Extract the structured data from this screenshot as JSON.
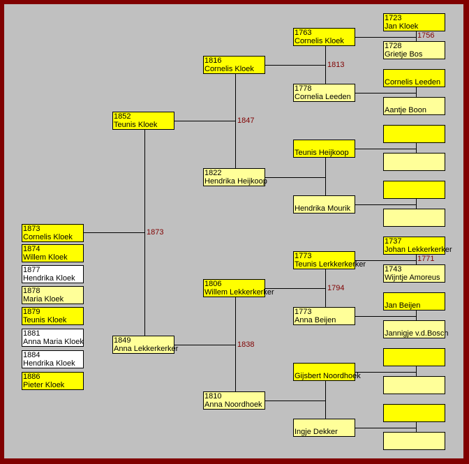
{
  "colors": {
    "frame": "#800000",
    "background": "#c0c0c0",
    "male": "#ffff00",
    "female": "#ffff99",
    "other": "#ffffff",
    "marriage_year": "#800000"
  },
  "children": [
    {
      "year": "1873",
      "name": "Cornelis Kloek",
      "color": "male"
    },
    {
      "year": "1874",
      "name": "Willem Kloek",
      "color": "male"
    },
    {
      "year": "1877",
      "name": "Hendrika Kloek",
      "color": "white"
    },
    {
      "year": "1878",
      "name": "Maria Kloek",
      "color": "female"
    },
    {
      "year": "1879",
      "name": "Teunis Kloek",
      "color": "male"
    },
    {
      "year": "1881",
      "name": "Anna Maria Kloek",
      "color": "white"
    },
    {
      "year": "1884",
      "name": "Hendrika Kloek",
      "color": "white"
    },
    {
      "year": "1886",
      "name": "Pieter Kloek",
      "color": "male"
    }
  ],
  "parents": [
    {
      "year": "1852",
      "name": "Teunis Kloek",
      "color": "male"
    },
    {
      "year": "1849",
      "name": "Anna Lekkerkerker",
      "color": "female"
    }
  ],
  "grandparents": [
    {
      "year": "1816",
      "name": "Cornelis Kloek",
      "color": "male"
    },
    {
      "year": "1822",
      "name": "Hendrika Heijkoop",
      "color": "female"
    },
    {
      "year": "1806",
      "name": "Willem Lekkerkerker",
      "color": "male"
    },
    {
      "year": "1810",
      "name": "Anna Noordhoek",
      "color": "female"
    }
  ],
  "great_grandparents": [
    {
      "year": "1763",
      "name": "Cornelis Kloek",
      "color": "male"
    },
    {
      "year": "1778",
      "name": "Cornelia Leeden",
      "color": "female"
    },
    {
      "year": "",
      "name": "Teunis Heijkoop",
      "color": "male"
    },
    {
      "year": "",
      "name": "Hendrika Mourik",
      "color": "female"
    },
    {
      "year": "1773",
      "name": "Teunis Lerkkerkerker",
      "color": "male"
    },
    {
      "year": "1773",
      "name": "Anna Beijen",
      "color": "female"
    },
    {
      "year": "",
      "name": "Gijsbert Noordhoek",
      "color": "male"
    },
    {
      "year": "",
      "name": "Ingje Dekker",
      "color": "female"
    }
  ],
  "gg_grandparents": [
    {
      "year": "1723",
      "name": "Jan Kloek",
      "color": "male"
    },
    {
      "year": "1728",
      "name": "Grietje Bos",
      "color": "female"
    },
    {
      "year": "",
      "name": "Cornelis Leeden",
      "color": "male"
    },
    {
      "year": "",
      "name": "Aantje Boon",
      "color": "female"
    },
    {
      "year": "",
      "name": "",
      "color": "male"
    },
    {
      "year": "",
      "name": "",
      "color": "female"
    },
    {
      "year": "",
      "name": "",
      "color": "male"
    },
    {
      "year": "",
      "name": "",
      "color": "female"
    },
    {
      "year": "1737",
      "name": "Johan Lekkerkerker",
      "color": "male"
    },
    {
      "year": "1743",
      "name": "Wijntje Amoreus",
      "color": "female"
    },
    {
      "year": "",
      "name": "Jan Beijen",
      "color": "male"
    },
    {
      "year": "",
      "name": "Jannigje v.d.Bosch",
      "color": "female"
    },
    {
      "year": "",
      "name": "",
      "color": "male"
    },
    {
      "year": "",
      "name": "",
      "color": "female"
    },
    {
      "year": "",
      "name": "",
      "color": "male"
    },
    {
      "year": "",
      "name": "",
      "color": "female"
    }
  ],
  "marriages": {
    "parents": "1873",
    "grandparents": [
      "1847",
      "1838"
    ],
    "great_grandparents": [
      "1813",
      "",
      "1794",
      ""
    ],
    "gg_grandparents": [
      "1756",
      "",
      "",
      "",
      "1771",
      "",
      "",
      ""
    ]
  }
}
